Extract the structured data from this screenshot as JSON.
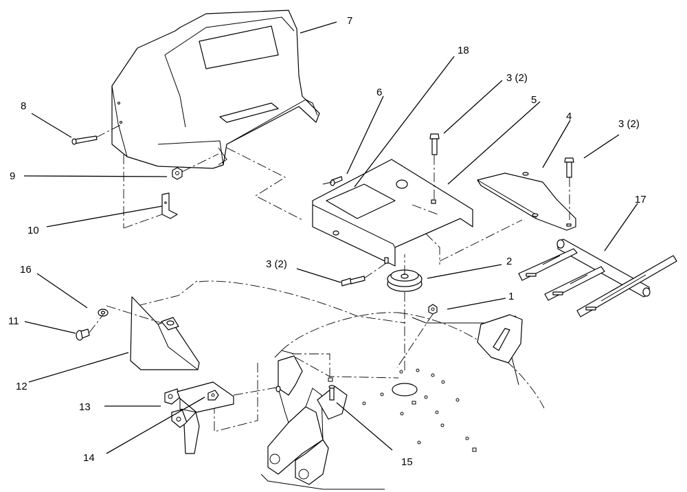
{
  "callouts": {
    "c1": "1",
    "c2": "2",
    "c3a": "3 (2)",
    "c3b": "3 (2)",
    "c3c": "3 (2)",
    "c4": "4",
    "c5": "5",
    "c6": "6",
    "c7": "7",
    "c8": "8",
    "c9": "9",
    "c10": "10",
    "c11": "11",
    "c12": "12",
    "c13": "13",
    "c14": "14",
    "c15": "15",
    "c16": "16",
    "c17": "17",
    "c18": "18"
  }
}
